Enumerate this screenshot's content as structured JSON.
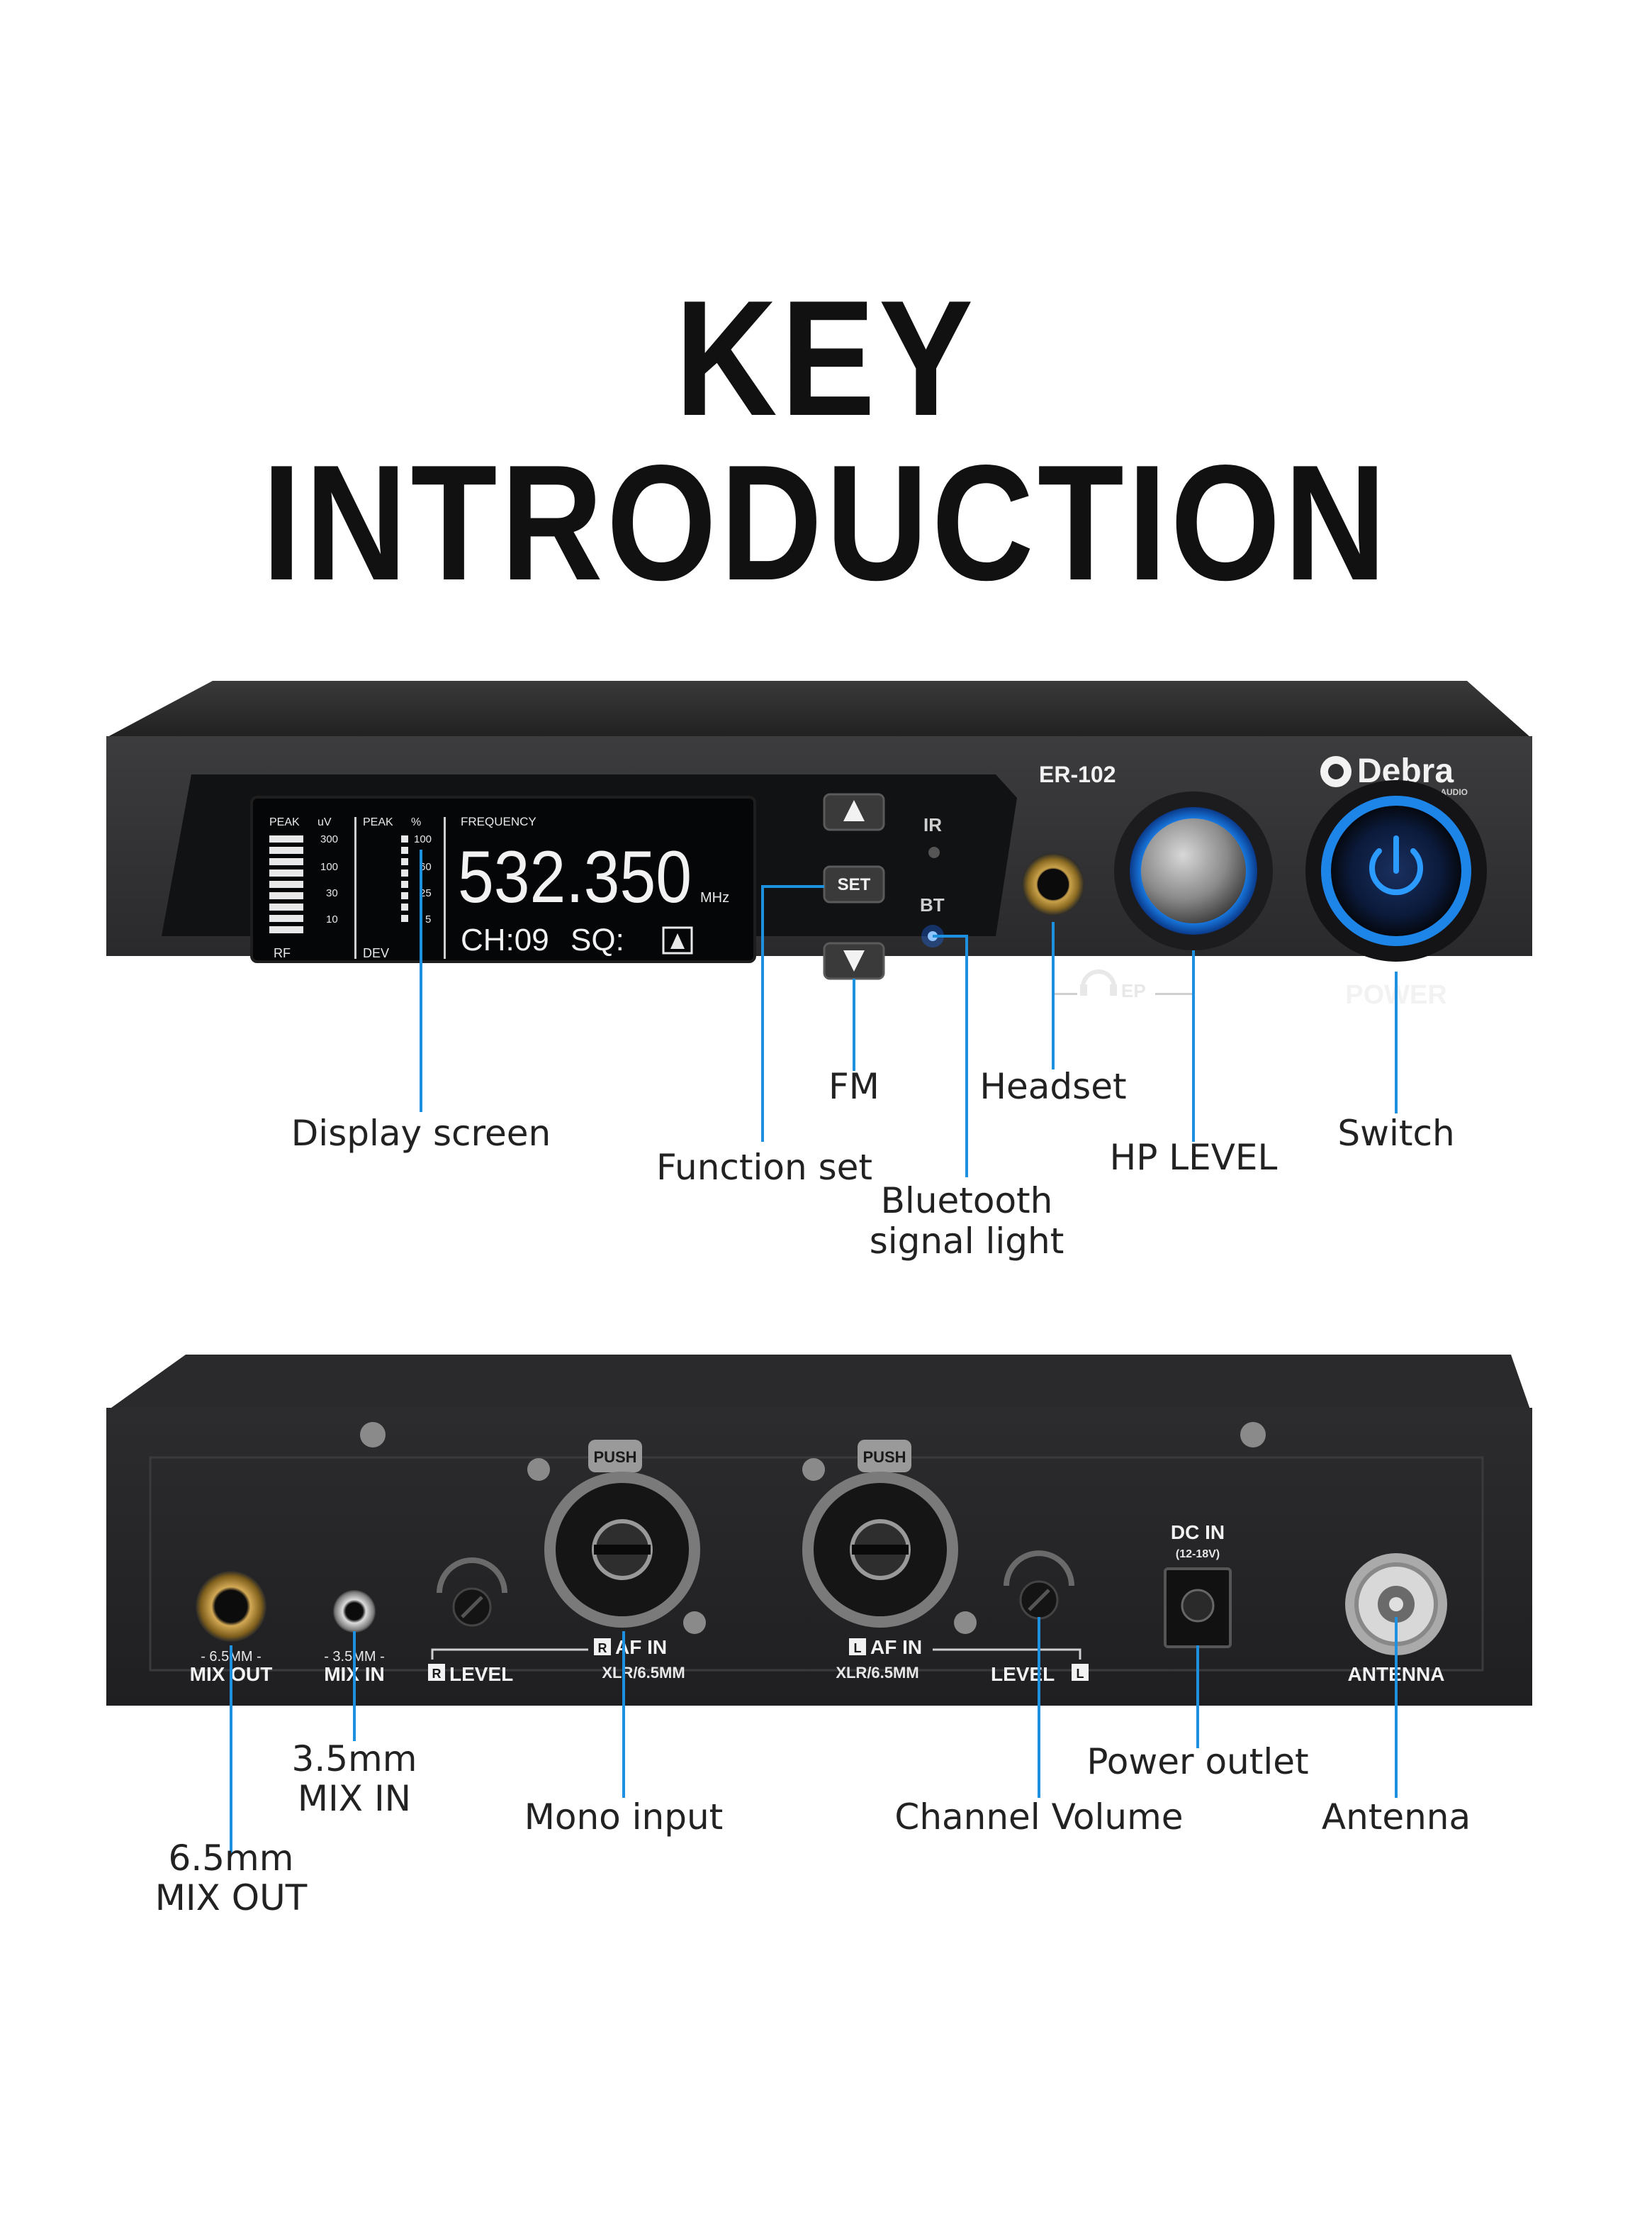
{
  "title": "KEY INTRODUCTION",
  "accent_color": "#1e90e0",
  "front_panel": {
    "model": "ER-102",
    "brand": "Debra",
    "brand_sub": "PROFESSIONAL AUDIO",
    "display": {
      "peak_rf": "PEAK",
      "unit_rf": "uV",
      "rf_ticks": [
        "300",
        "100",
        "30",
        "10"
      ],
      "rf_label": "RF",
      "peak_dev": "PEAK",
      "unit_dev": "%",
      "dev_ticks": [
        "100",
        "60",
        "25",
        "5"
      ],
      "dev_label": "DEV",
      "frequency_label": "FREQUENCY",
      "frequency": "532.350",
      "frequency_unit": "MHz",
      "channel": "CH:09",
      "squelch": "SQ:"
    },
    "buttons": {
      "up": "▲",
      "set": "SET",
      "down": "▼"
    },
    "indicators": {
      "ir": "IR",
      "bt": "BT"
    },
    "headphone_label": "EP",
    "power_label": "POWER"
  },
  "front_callouts": {
    "display_screen": "Display screen",
    "function_set": "Function set",
    "fm": "FM",
    "bluetooth_line1": "Bluetooth",
    "bluetooth_line2": "signal light",
    "headset": "Headset",
    "hp_level": "HP LEVEL",
    "switch": "Switch"
  },
  "back_panel": {
    "mix_out_size": "- 6.5MM -",
    "mix_out": "MIX OUT",
    "mix_in_size": "- 3.5MM -",
    "mix_in": "MIX IN",
    "r_level": "LEVEL",
    "r_af_in": "AF IN",
    "r_af_in_sub": "XLR/6.5MM",
    "l_af_in": "AF IN",
    "l_af_in_sub": "XLR/6.5MM",
    "l_level": "LEVEL",
    "push": "PUSH",
    "dc_in": "DC IN",
    "dc_in_sub": "(12-18V)",
    "antenna": "ANTENNA",
    "r_mark": "R",
    "l_mark": "L"
  },
  "back_callouts": {
    "mix_in_line1": "3.5mm",
    "mix_in_line2": "MIX IN",
    "mix_out_line1": "6.5mm",
    "mix_out_line2": "MIX OUT",
    "mono_input": "Mono input",
    "channel_volume": "Channel Volume",
    "power_outlet": "Power outlet",
    "antenna": "Antenna"
  }
}
